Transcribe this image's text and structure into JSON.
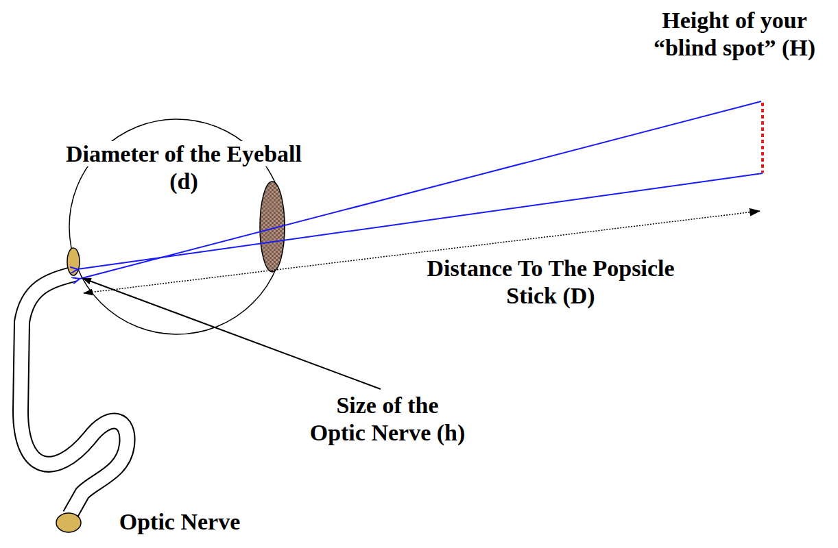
{
  "diagram": {
    "labels": [
      "Height of your “blind spot” (H)",
      "Diameter of the Eyeball (d)",
      "Distance To The Popsicle Stick (D)",
      "Size of the Optic Nerve (h)",
      "Optic Nerve"
    ]
  }
}
